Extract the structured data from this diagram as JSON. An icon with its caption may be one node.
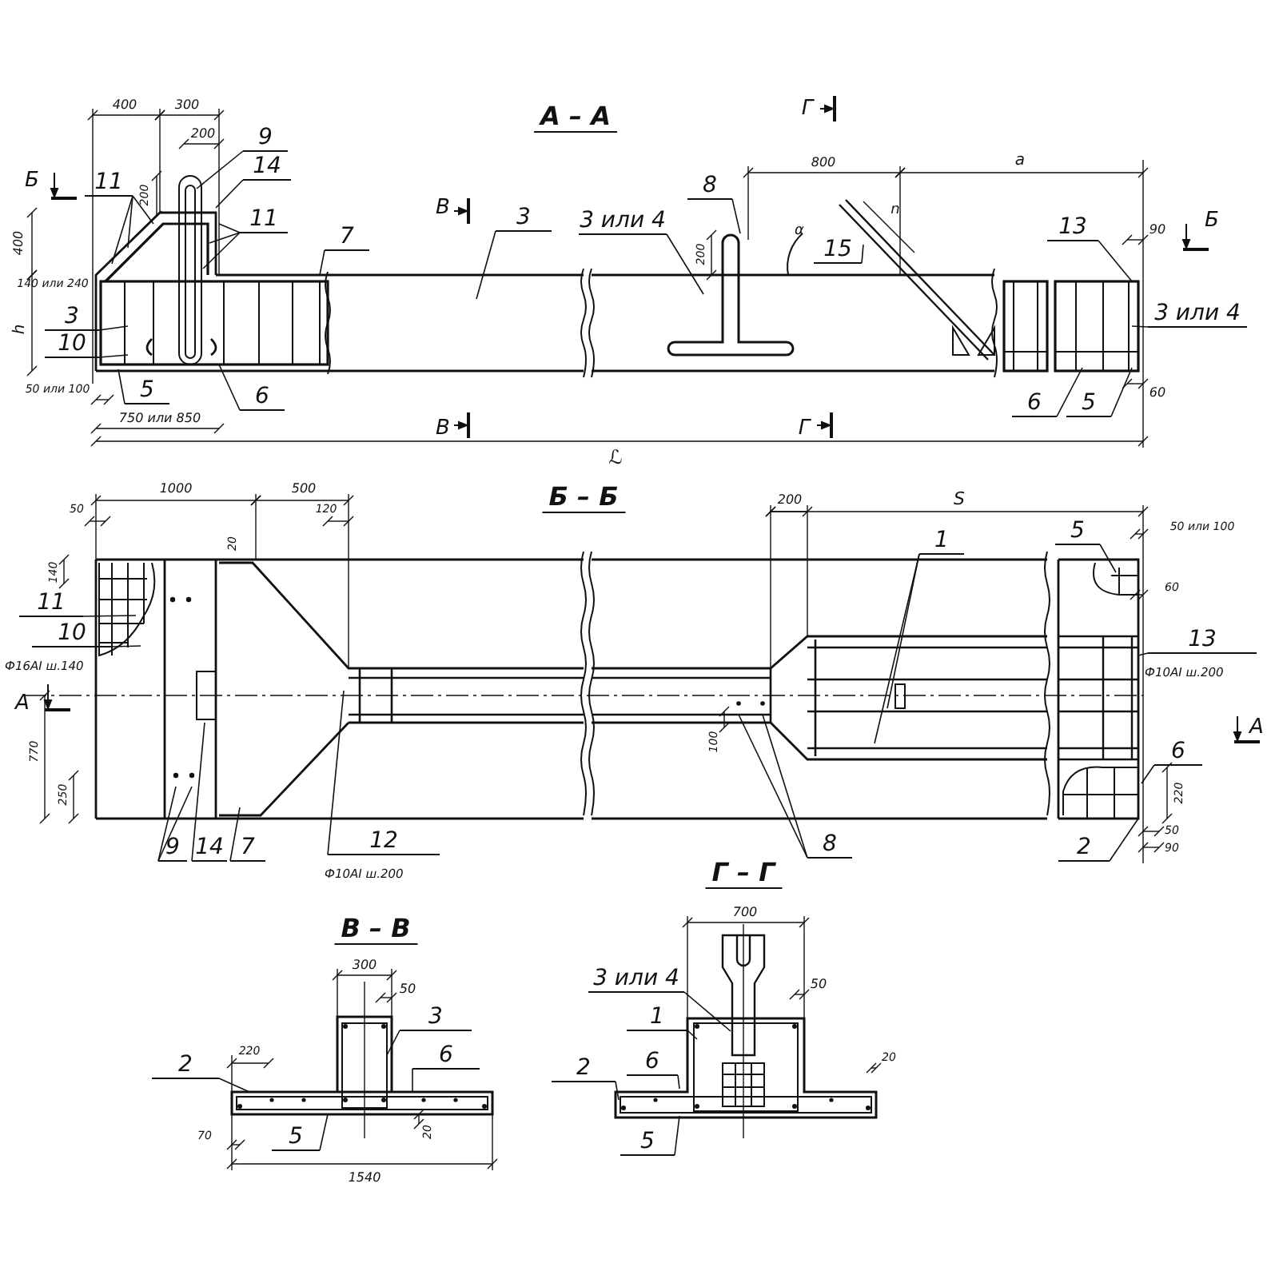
{
  "diagram": {
    "nodes": [
      {
        "text": [
          "11"
        ]
      },
      {
        "text": [
          "9"
        ]
      },
      {
        "text": [
          "14"
        ]
      },
      {
        "text": [
          "11"
        ]
      },
      {
        "text": [
          "7"
        ]
      },
      {
        "text": [
          "3"
        ]
      },
      {
        "text": [
          "3 или 4"
        ]
      },
      {
        "text": [
          "8"
        ]
      },
      {
        "text": [
          "15"
        ]
      },
      {
        "text": [
          "13"
        ]
      },
      {
        "text": [
          "3 или 4"
        ]
      },
      {
        "text": [
          "3"
        ]
      },
      {
        "text": [
          "10"
        ]
      },
      {
        "text": [
          "5"
        ]
      },
      {
        "text": [
          "6"
        ]
      },
      {
        "text": [
          "6"
        ]
      },
      {
        "text": [
          "5"
        ]
      },
      {
        "text": [
          "11"
        ]
      },
      {
        "text": [
          "10"
        ],
        "beside": [
          "Ф16АI ш.140"
        ]
      },
      {
        "text": [
          "9"
        ]
      },
      {
        "text": [
          "14"
        ]
      },
      {
        "text": [
          "7"
        ]
      },
      {
        "text": [
          "12"
        ],
        "beside": [
          "Ф10АI ш.200"
        ]
      },
      {
        "text": [
          "1"
        ]
      },
      {
        "text": [
          "8"
        ]
      },
      {
        "text": [
          "5"
        ]
      },
      {
        "text": [
          "13"
        ],
        "beside": [
          "Ф10АI ш.200"
        ]
      },
      {
        "text": [
          "6"
        ]
      },
      {
        "text": [
          "2"
        ]
      },
      {
        "text": [
          "2"
        ]
      },
      {
        "text": [
          "3"
        ]
      },
      {
        "text": [
          "6"
        ]
      },
      {
        "text": [
          "5"
        ]
      },
      {
        "text": [
          "3 или 4"
        ]
      },
      {
        "text": [
          "1"
        ]
      },
      {
        "text": [
          "6"
        ]
      },
      {
        "text": [
          "2"
        ]
      },
      {
        "text": [
          "5"
        ]
      }
    ],
    "edges": [
      {
        "from": 0,
        "to": null,
        "arrow": "none"
      },
      {
        "from": 0,
        "to": null,
        "arrow": "none"
      },
      {
        "from": 0,
        "to": null,
        "arrow": "none"
      },
      {
        "from": 1,
        "to": null,
        "arrow": "none"
      },
      {
        "from": 2,
        "to": null,
        "arrow": "none"
      },
      {
        "from": 3,
        "to": null,
        "arrow": "none"
      },
      {
        "from": 3,
        "to": null,
        "arrow": "none"
      },
      {
        "from": 3,
        "to": null,
        "arrow": "none"
      },
      {
        "from": 4,
        "to": null,
        "arrow": "none"
      },
      {
        "from": 5,
        "to": null,
        "arrow": "none"
      },
      {
        "from": 6,
        "to": null,
        "arrow": "none"
      },
      {
        "from": 7,
        "to": null,
        "arrow": "none"
      },
      {
        "from": 8,
        "to": null,
        "arrow": "none"
      },
      {
        "from": 9,
        "to": null,
        "arrow": "none"
      },
      {
        "from": 10,
        "to": null,
        "arrow": "none"
      },
      {
        "from": 11,
        "to": null,
        "arrow": "none"
      },
      {
        "from": 12,
        "to": null,
        "arrow": "none"
      },
      {
        "from": 13,
        "to": null,
        "arrow": "none"
      },
      {
        "from": 14,
        "to": null,
        "arrow": "none"
      },
      {
        "from": 15,
        "to": null,
        "arrow": "none"
      },
      {
        "from": 16,
        "to": null,
        "arrow": "none"
      },
      {
        "from": 17,
        "to": null,
        "arrow": "none"
      },
      {
        "from": 18,
        "to": null,
        "arrow": "none"
      },
      {
        "from": 19,
        "to": null,
        "arrow": "none"
      },
      {
        "from": 19,
        "to": null,
        "arrow": "none"
      },
      {
        "from": 20,
        "to": null,
        "arrow": "none"
      },
      {
        "from": 21,
        "to": null,
        "arrow": "none"
      },
      {
        "from": 22,
        "to": null,
        "arrow": "none"
      },
      {
        "from": 23,
        "to": null,
        "arrow": "none"
      },
      {
        "from": 23,
        "to": null,
        "arrow": "none"
      },
      {
        "from": 24,
        "to": null,
        "arrow": "none"
      },
      {
        "from": 24,
        "to": null,
        "arrow": "none"
      },
      {
        "from": 25,
        "to": null,
        "arrow": "none"
      },
      {
        "from": 26,
        "to": null,
        "arrow": "none"
      },
      {
        "from": 27,
        "to": null,
        "arrow": "none"
      },
      {
        "from": 28,
        "to": null,
        "arrow": "none"
      },
      {
        "from": 29,
        "to": null,
        "arrow": "none"
      },
      {
        "from": 30,
        "to": null,
        "arrow": "none"
      },
      {
        "from": 31,
        "to": null,
        "arrow": "none"
      },
      {
        "from": 32,
        "to": null,
        "arrow": "none"
      },
      {
        "from": 33,
        "to": null,
        "arrow": "none"
      },
      {
        "from": 34,
        "to": null,
        "arrow": "none"
      },
      {
        "from": 35,
        "to": null,
        "arrow": "none"
      },
      {
        "from": 36,
        "to": null,
        "arrow": "none"
      },
      {
        "from": 37,
        "to": null,
        "arrow": "none"
      }
    ],
    "labels": [
      "Б",
      "400",
      "300",
      "200",
      "А – А",
      "Г",
      "200",
      "400",
      "В",
      "800",
      "a",
      "90",
      "Б",
      "α",
      "n",
      "200",
      "140 или 240",
      "h",
      "50 или 100",
      "60",
      "750 или 850",
      "В",
      "ℒ",
      "Г",
      "1000",
      "500",
      "Б – Б",
      "S",
      "50",
      "120",
      "200",
      "50 или 100",
      "20",
      "140",
      "60",
      "А",
      "А",
      "770",
      "100",
      "250",
      "220",
      "50",
      "90",
      "В – В",
      "Г – Г",
      "300",
      "700",
      "50",
      "50",
      "220",
      "20",
      "70",
      "20",
      "1540"
    ]
  }
}
